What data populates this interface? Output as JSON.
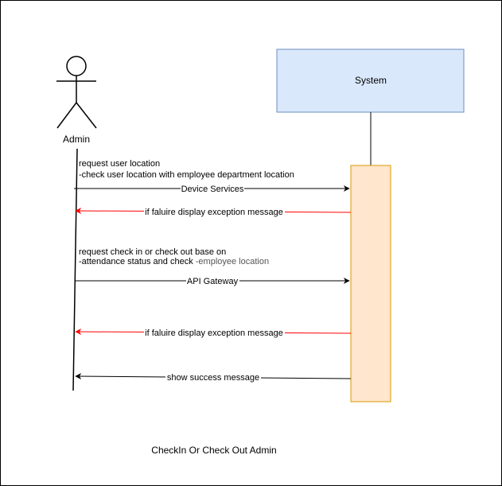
{
  "diagram": {
    "actor": {
      "label": "Admin"
    },
    "system": {
      "label": "System",
      "fill": "#dae8fc",
      "stroke": "#6c8ebf"
    },
    "activation": {
      "fill": "#ffe6cc",
      "stroke": "#d79b00"
    },
    "messages": [
      {
        "id": "device-services",
        "direction": "to-system",
        "color": "#000000",
        "label": "Device Services",
        "note_lines": [
          "request  user location",
          "-check user location with employee department location"
        ]
      },
      {
        "id": "failure-1",
        "direction": "to-actor",
        "color": "#ff0000",
        "label": "if faluire display exception message"
      },
      {
        "id": "api-gateway",
        "direction": "to-system",
        "color": "#000000",
        "label": "API Gateway",
        "note_line1": "request check in or check out base on",
        "note_line2_main": "-attendance status and check ",
        "note_line2_muted": "-employee location"
      },
      {
        "id": "failure-2",
        "direction": "to-actor",
        "color": "#ff0000",
        "label": "if faluire display exception message"
      },
      {
        "id": "success",
        "direction": "to-actor",
        "color": "#000000",
        "label": "show success message"
      }
    ],
    "caption": "CheckIn Or Check Out Admin"
  }
}
